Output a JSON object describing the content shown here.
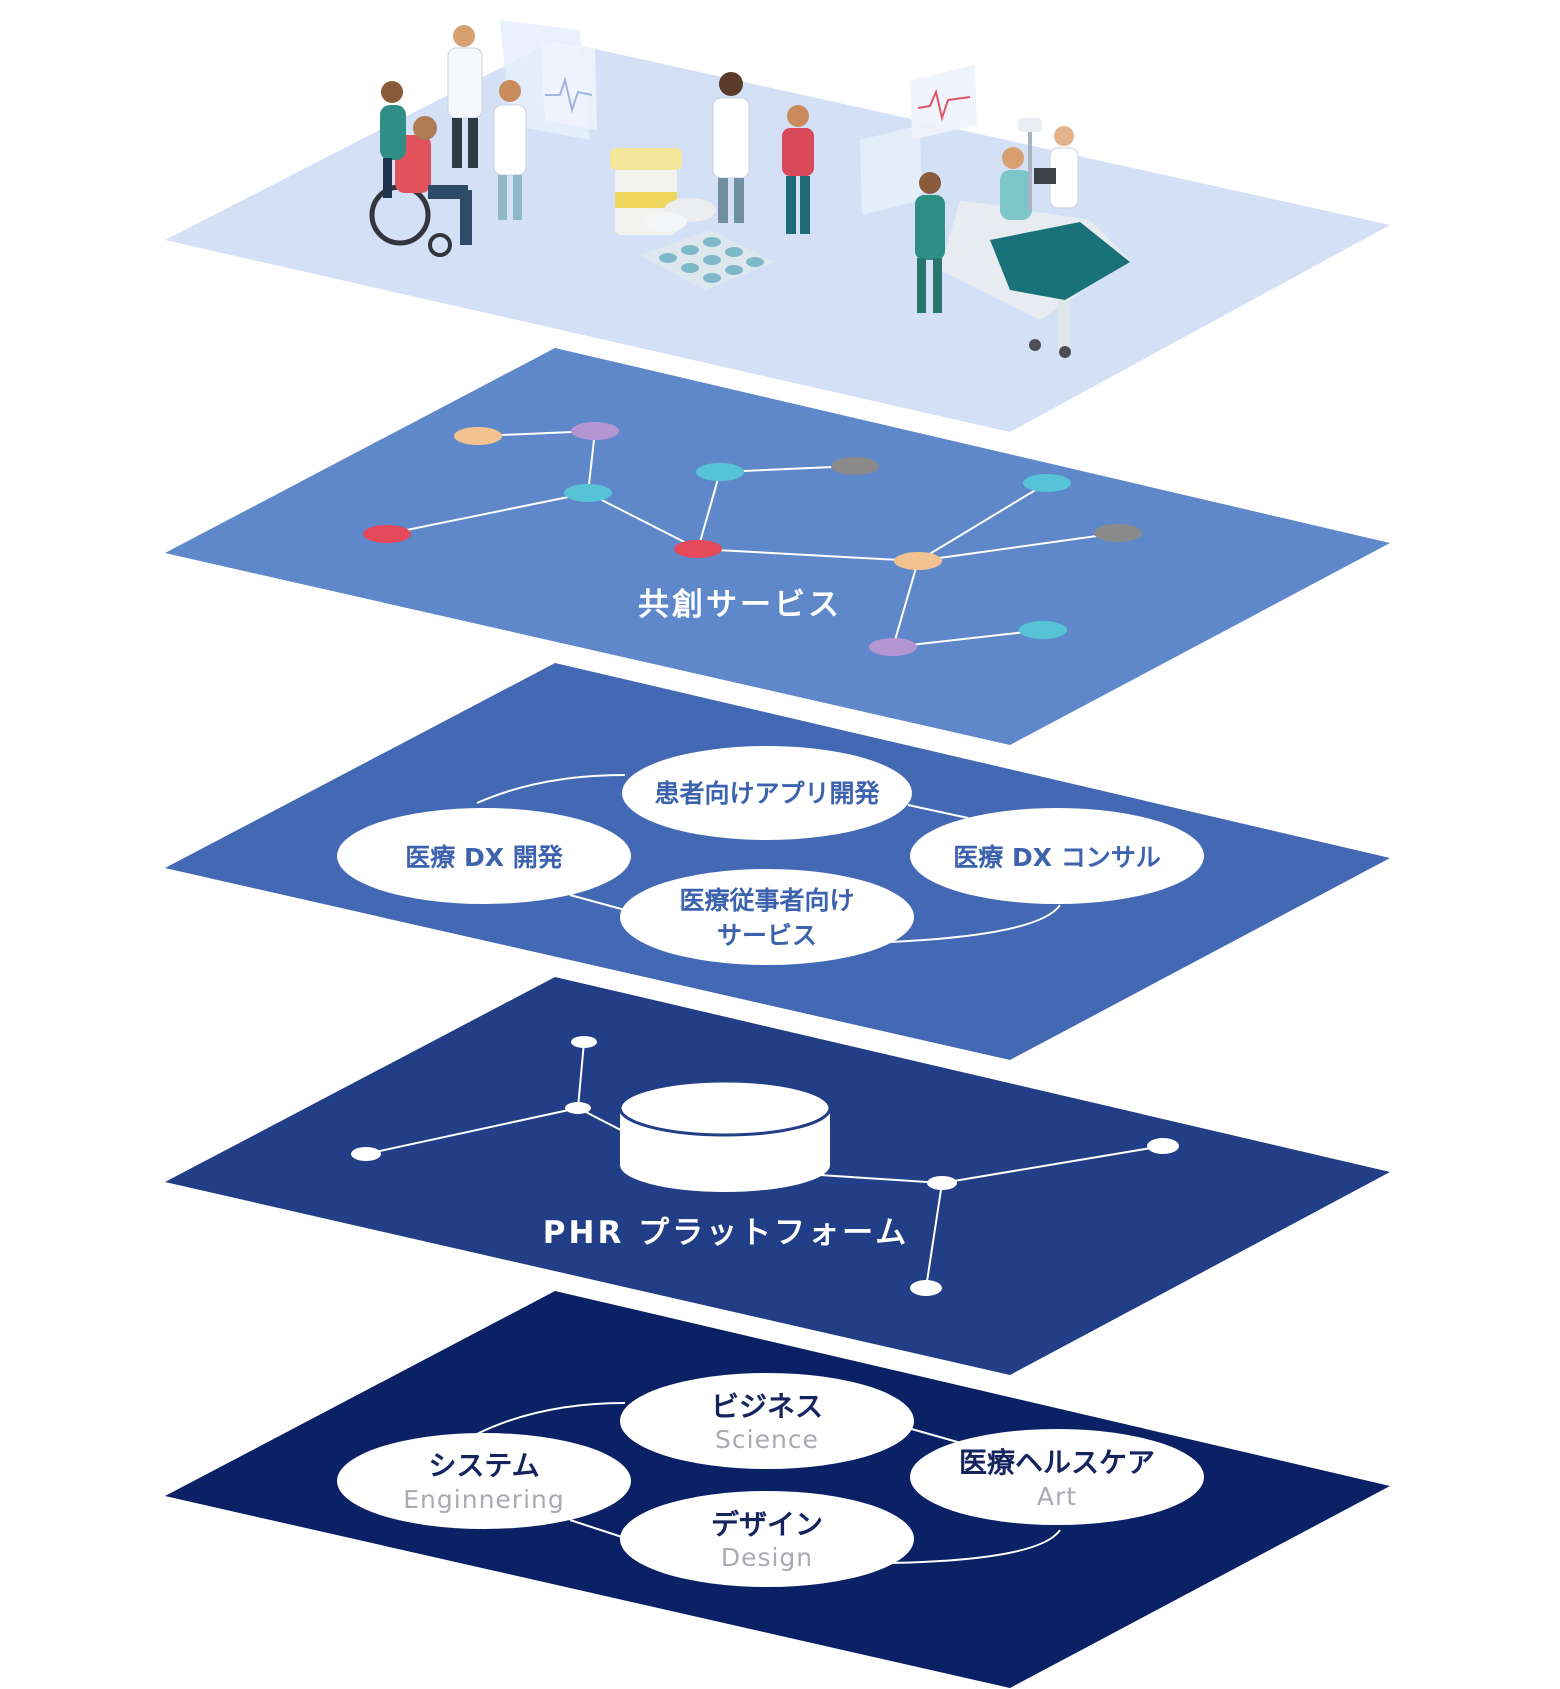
{
  "layers": [
    {
      "id": "scene",
      "color": "#d4e0f6",
      "label": ""
    },
    {
      "id": "co-creation",
      "color": "#5f88cb",
      "label": "共創サービス"
    },
    {
      "id": "services",
      "color": "#4369b5",
      "label": ""
    },
    {
      "id": "platform",
      "color": "#213e86",
      "label": "PHR プラットフォーム"
    },
    {
      "id": "foundation",
      "color": "#0b2166",
      "label": ""
    }
  ],
  "services": {
    "patient_app": "患者向けアプリ開発",
    "dx_dev": "医療 DX 開発",
    "dx_consult": "医療 DX コンサル",
    "staff_service_line1": "医療従事者向け",
    "staff_service_line2": "サービス"
  },
  "foundation": {
    "business": {
      "title": "ビジネス",
      "sub": "Science"
    },
    "system": {
      "title": "システム",
      "sub": "Enginnering"
    },
    "healthcare": {
      "title": "医療ヘルスケア",
      "sub": "Art"
    },
    "design": {
      "title": "デザイン",
      "sub": "Design"
    }
  },
  "node_colors": {
    "peach": "#f3c291",
    "lavender": "#b396d1",
    "cyan": "#56c3d7",
    "gray": "#8a8a8a",
    "red": "#e5495a"
  },
  "scene_illustration": "medical-staff-and-patients-illustration"
}
